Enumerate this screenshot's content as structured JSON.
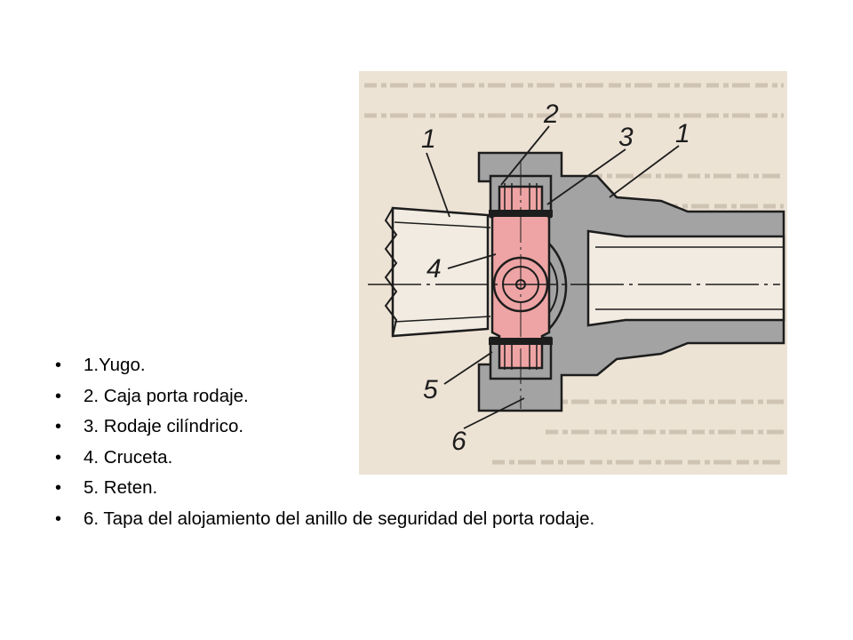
{
  "figure": {
    "callouts": [
      "1",
      "2",
      "3",
      "1",
      "4",
      "5",
      "6"
    ],
    "colors": {
      "paper": "#ede3d5",
      "metal": "#a3a3a3",
      "cross_pink": "#eea4a4",
      "ink": "#1d1d1d"
    }
  },
  "legend": {
    "items": [
      "1.Yugo.",
      "2. Caja porta rodaje.",
      "3. Rodaje cilíndrico.",
      "4. Cruceta.",
      "5. Reten.",
      "6. Tapa del alojamiento del anillo de seguridad del porta rodaje."
    ]
  }
}
